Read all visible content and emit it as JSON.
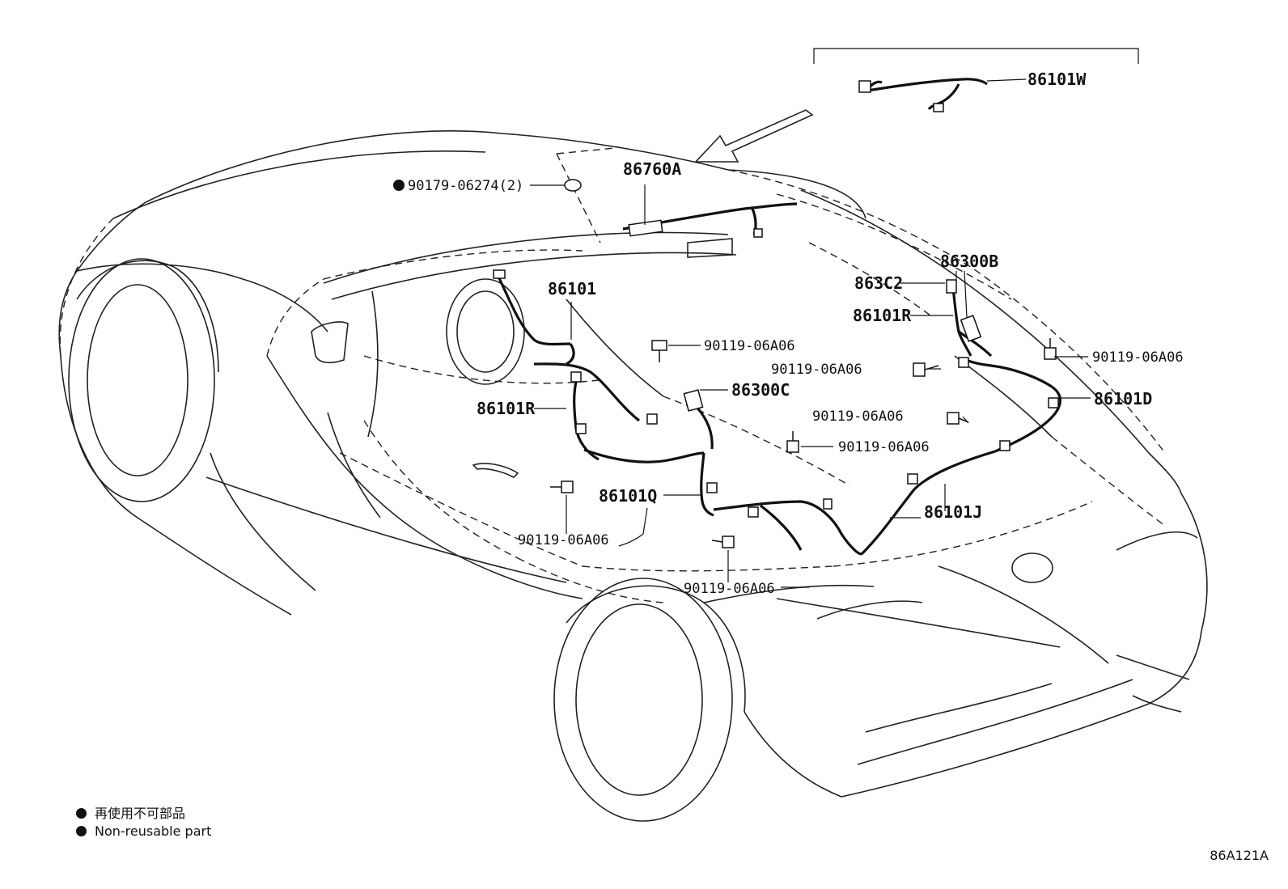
{
  "callouts": {
    "p86101W": "86101W",
    "p86760A": "86760A",
    "p90179": "90179-06274(2)",
    "p86300B": "86300B",
    "p863C2": "863C2",
    "p86101": "86101",
    "p86101R_right": "86101R",
    "p90119_a": "90119-06A06",
    "p90119_b": "90119-06A06",
    "p90119_c": "90119-06A06",
    "p86300C": "86300C",
    "p86101R_left": "86101R",
    "p86101D": "86101D",
    "p90119_d": "90119-06A06",
    "p90119_e": "90119-06A06",
    "p86101Q": "86101Q",
    "p86101J": "86101J",
    "p90119_f": "90119-06A06",
    "p90119_g": "90119-06A06"
  },
  "legend": {
    "line1": "再使用不可部品",
    "line2": "Non-reusable part"
  },
  "diagram_code": "86A121A"
}
